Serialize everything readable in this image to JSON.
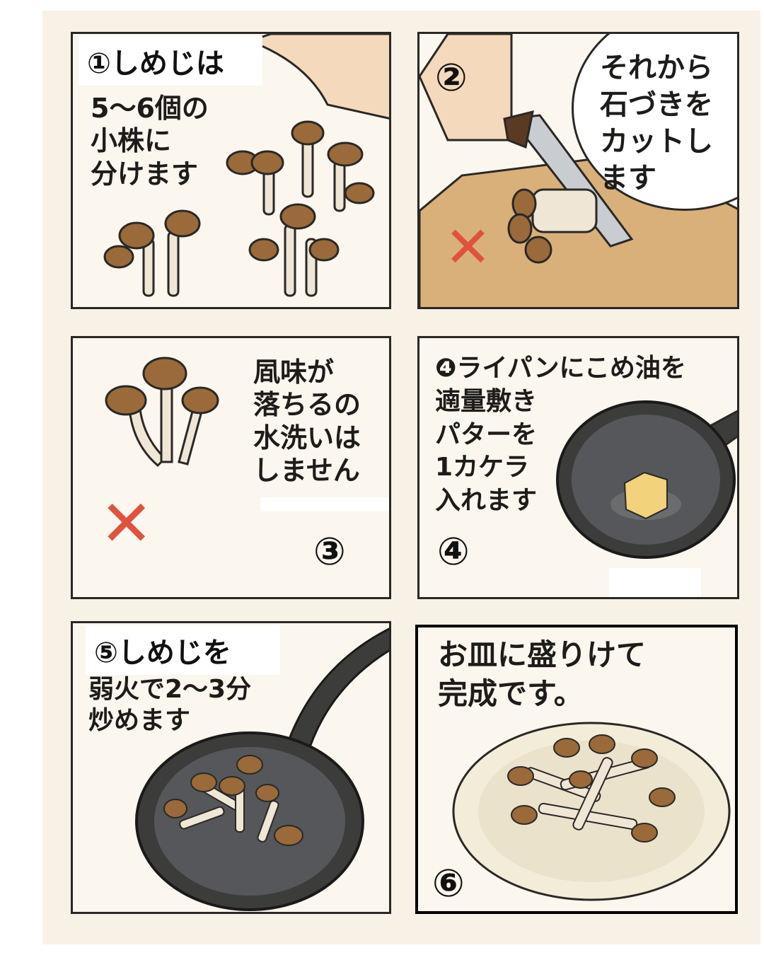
{
  "panels": [
    {
      "step": "①しめじは",
      "text": "5〜6個の\n小株に\n分けます"
    },
    {
      "step": "②",
      "text": "それから\n石づきを\nカットし\nます",
      "mark": "✕"
    },
    {
      "step": "③",
      "text": "凮味が\n落ちるの\n水洗いは\nしません",
      "mark": "✕"
    },
    {
      "step": "④",
      "text": "❹ライパンにこめ油を\n遖量敷き\nパターを\n1カケラ\n入れます"
    },
    {
      "step": "⑤しめじを",
      "text": "弱火で2〜3分\n炒めます"
    },
    {
      "step": "⑥",
      "text": "お皿に盛りけて\n完成です。"
    }
  ],
  "colors": {
    "background": "#f8f1e6",
    "mushroom_cap": "#9a6a3a",
    "stem": "#efe6d6",
    "cross": "#e0523e",
    "pan": "#3c3c3a",
    "board": "#d9b07a"
  }
}
